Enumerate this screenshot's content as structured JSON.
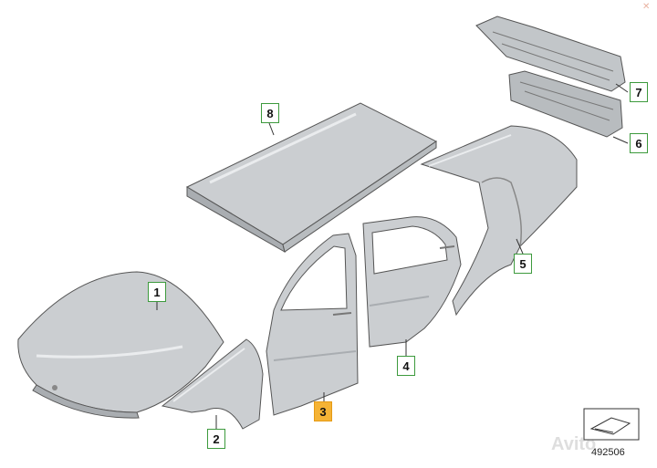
{
  "colors": {
    "panel_fill": "#cbced1",
    "panel_shadow": "#a9adb1",
    "panel_highlight": "#eaecee",
    "outline": "#555555",
    "callout_border": "#3d9a3d",
    "active_callout_fill": "#f5b335"
  },
  "callouts": [
    {
      "id": "1",
      "part": "hood",
      "active": false
    },
    {
      "id": "2",
      "part": "front-fender",
      "active": false
    },
    {
      "id": "3",
      "part": "front-door",
      "active": true
    },
    {
      "id": "4",
      "part": "rear-door",
      "active": false
    },
    {
      "id": "5",
      "part": "rear-side-panel",
      "active": false
    },
    {
      "id": "6",
      "part": "rear-panel",
      "active": false
    },
    {
      "id": "7",
      "part": "rear-panel-upper",
      "active": false
    },
    {
      "id": "8",
      "part": "roof",
      "active": false
    }
  ],
  "diagram_number": "492506",
  "watermark_text": "Avito",
  "corner_mark": "✕"
}
